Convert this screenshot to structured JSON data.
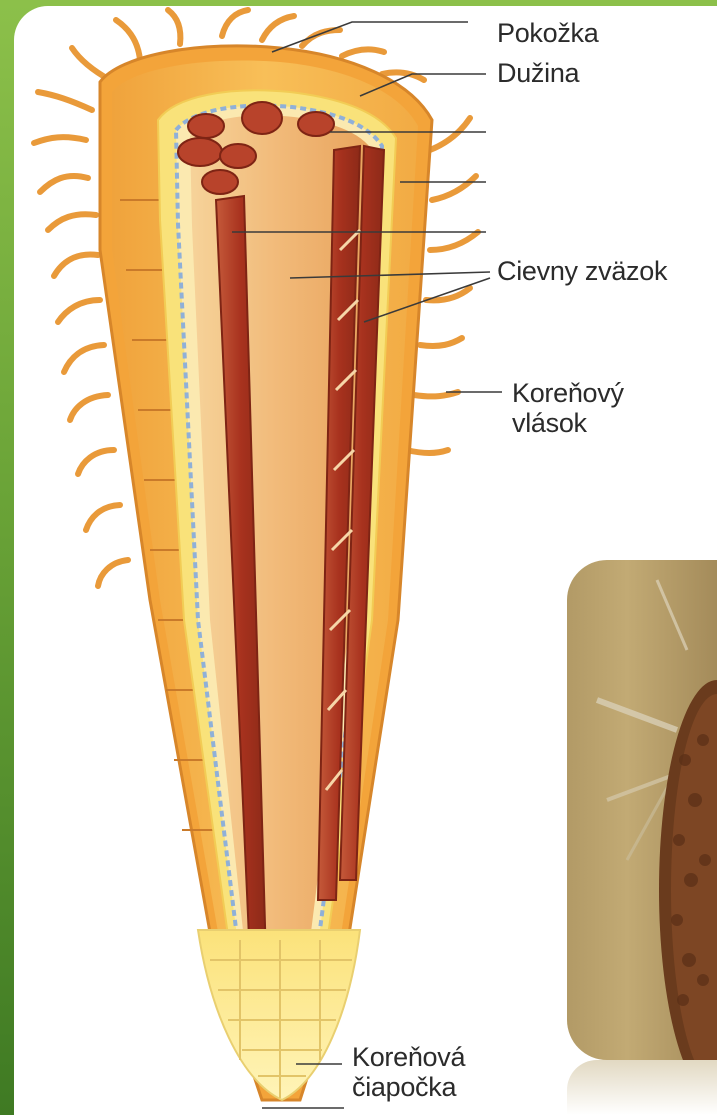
{
  "labels": {
    "pokozka": "Pokožka",
    "duzina": "Dužina",
    "cievny_zvazok": "Cievny zväzok",
    "korenovy_vlasok_line1": "Koreňový",
    "korenovy_vlasok_line2": "vlások",
    "korenova_ciapocka_line1": "Koreňová",
    "korenova_ciapocka_line2": "čiapočka"
  },
  "colors": {
    "background_green": "#6aa337",
    "epidermis": "#f3a43a",
    "cortex": "#f8bf55",
    "endodermis": "#f9e27a",
    "pericycle_blue": "#8fb0d8",
    "xylem": "#b8432b",
    "stele": "#f4c98a",
    "leader_lines": "#3a3a3a"
  }
}
